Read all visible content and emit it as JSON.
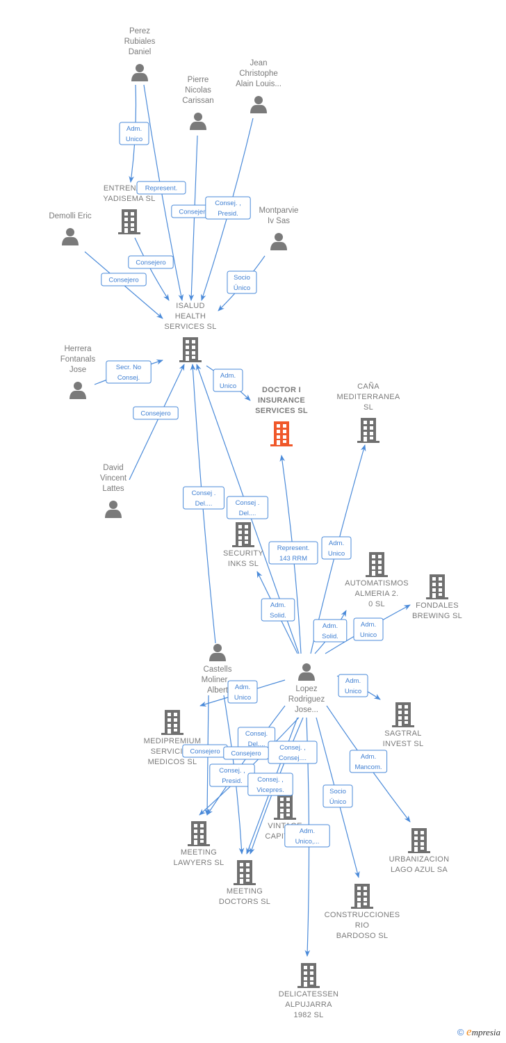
{
  "colors": {
    "edge": "#4a8ad9",
    "person_icon": "#7a7a7a",
    "company_icon": "#6f6f6f",
    "focus_company_icon": "#f0582a",
    "label_text": "#7a7a7a"
  },
  "nodes": [
    {
      "id": "perez",
      "type": "person",
      "label": [
        "Perez",
        "Rubiales",
        "Daniel"
      ]
    },
    {
      "id": "pierre",
      "type": "person",
      "label": [
        "Pierre",
        "Nicolas",
        "Carissan"
      ]
    },
    {
      "id": "jean",
      "type": "person",
      "label": [
        "Jean",
        "Christophe",
        "Alain Louis..."
      ]
    },
    {
      "id": "entrenam",
      "type": "company",
      "label": [
        "ENTRENAM...",
        "YADISEMA  SL"
      ]
    },
    {
      "id": "demolli",
      "type": "person",
      "label": [
        "Demolli Eric"
      ]
    },
    {
      "id": "montparvie",
      "type": "person",
      "label": [
        "Montparvie",
        "Iv Sas"
      ]
    },
    {
      "id": "isalud",
      "type": "company",
      "label": [
        "ISALUD",
        "HEALTH",
        "SERVICES  SL"
      ]
    },
    {
      "id": "herrera",
      "type": "person",
      "label": [
        "Herrera",
        "Fontanals",
        "Jose"
      ]
    },
    {
      "id": "doctori",
      "type": "company",
      "focus": true,
      "label": [
        "DOCTOR I",
        "INSURANCE",
        "SERVICES  SL"
      ]
    },
    {
      "id": "cana",
      "type": "company",
      "label": [
        "CAÑA",
        "MEDITERRANEA",
        "SL"
      ]
    },
    {
      "id": "david",
      "type": "person",
      "label": [
        "David",
        "Vincent",
        "Lattes"
      ]
    },
    {
      "id": "security",
      "type": "company",
      "label": [
        "SECURITY",
        "INKS SL"
      ]
    },
    {
      "id": "automatismos",
      "type": "company",
      "label": [
        "AUTOMATISMOS",
        "ALMERIA 2.",
        "0  SL"
      ]
    },
    {
      "id": "fondales",
      "type": "company",
      "label": [
        "FONDALES",
        "BREWING  SL"
      ]
    },
    {
      "id": "castells",
      "type": "person",
      "label": [
        "Castells",
        "Moliner...",
        "Albert"
      ]
    },
    {
      "id": "lopez",
      "type": "person",
      "label": [
        "Lopez",
        "Rodriguez",
        "Jose..."
      ]
    },
    {
      "id": "medipremium",
      "type": "company",
      "label": [
        "MEDIPREMIUM",
        "SERVICIOS",
        "MEDICOS  SL"
      ]
    },
    {
      "id": "sagtral",
      "type": "company",
      "label": [
        "SAGTRAL",
        "INVEST  SL"
      ]
    },
    {
      "id": "vintage",
      "type": "company",
      "label": [
        "VINTAGE",
        "CAPITAL..."
      ]
    },
    {
      "id": "meetinglawyers",
      "type": "company",
      "label": [
        "MEETING",
        "LAWYERS  SL"
      ]
    },
    {
      "id": "meetingdoctors",
      "type": "company",
      "label": [
        "MEETING",
        "DOCTORS  SL"
      ]
    },
    {
      "id": "urbanizacion",
      "type": "company",
      "label": [
        "URBANIZACION",
        "LAGO AZUL SA"
      ]
    },
    {
      "id": "construcciones",
      "type": "company",
      "label": [
        "CONSTRUCCIONES",
        "RIO",
        "BARDOSO  SL"
      ]
    },
    {
      "id": "delicatessen",
      "type": "company",
      "label": [
        "DELICATESSEN",
        "ALPUJARRA",
        "1982  SL"
      ]
    }
  ],
  "edges": [
    {
      "from": "perez",
      "to": "entrenam",
      "label": [
        "Adm.",
        "Unico"
      ]
    },
    {
      "from": "perez",
      "to": "isalud",
      "label": [
        "Represent."
      ]
    },
    {
      "from": "pierre",
      "to": "isalud",
      "label": [
        "Consejero"
      ]
    },
    {
      "from": "jean",
      "to": "isalud",
      "label": [
        "Consej. ,",
        "Presid."
      ]
    },
    {
      "from": "entrenam",
      "to": "isalud",
      "label": [
        "Consejero"
      ]
    },
    {
      "from": "demolli",
      "to": "isalud",
      "label": [
        "Consejero"
      ]
    },
    {
      "from": "montparvie",
      "to": "isalud",
      "label": [
        "Socio",
        "Único"
      ]
    },
    {
      "from": "herrera",
      "to": "isalud",
      "label": [
        "Secr.  No",
        "Consej."
      ]
    },
    {
      "from": "david",
      "to": "isalud",
      "label": [
        "Consejero"
      ]
    },
    {
      "from": "isalud",
      "to": "doctori",
      "label": [
        "Adm.",
        "Unico"
      ]
    },
    {
      "from": "castells",
      "to": "isalud",
      "label": [
        "Consej .",
        "Del...."
      ]
    },
    {
      "from": "lopez",
      "to": "isalud",
      "label": [
        "Consej .",
        "Del...."
      ]
    },
    {
      "from": "lopez",
      "to": "doctori",
      "label": [
        "Represent.",
        "143 RRM"
      ]
    },
    {
      "from": "lopez",
      "to": "cana",
      "label": [
        "Adm.",
        "Unico"
      ]
    },
    {
      "from": "lopez",
      "to": "security",
      "label": [
        "Adm.",
        "Solid."
      ]
    },
    {
      "from": "lopez",
      "to": "automatismos",
      "label": [
        "Adm.",
        "Solid."
      ]
    },
    {
      "from": "lopez",
      "to": "fondales",
      "label": [
        "Adm.",
        "Unico"
      ]
    },
    {
      "from": "lopez",
      "to": "medipremium",
      "label": [
        "Adm.",
        "Unico"
      ]
    },
    {
      "from": "lopez",
      "to": "sagtral",
      "label": [
        "Adm.",
        "Unico"
      ]
    },
    {
      "from": "lopez",
      "to": "urbanizacion",
      "label": [
        "Adm.",
        "Mancom."
      ]
    },
    {
      "from": "lopez",
      "to": "construcciones",
      "label": [
        "Socio",
        "Único"
      ]
    },
    {
      "from": "lopez",
      "to": "delicatessen",
      "label": [
        "Adm.",
        "Unico,..."
      ]
    },
    {
      "from": "lopez",
      "to": "meetinglawyers",
      "label": [
        "Consej.",
        "Del...."
      ]
    },
    {
      "from": "lopez",
      "to": "meetingdoctors",
      "label": [
        "Consej. ,",
        "Consej...."
      ]
    },
    {
      "from": "lopez",
      "to": "meetinglawyers",
      "label": [
        "Consej. ,",
        "Presid."
      ]
    },
    {
      "from": "lopez",
      "to": "meetingdoctors",
      "label": [
        "Consej. ,",
        "Vicepres."
      ]
    },
    {
      "from": "castells",
      "to": "meetinglawyers",
      "label": [
        "Consejero"
      ]
    },
    {
      "from": "castells",
      "to": "meetingdoctors",
      "label": [
        "Consejero"
      ]
    }
  ],
  "footer": {
    "copyright_symbol": "©",
    "brand_initial": "e",
    "brand_rest": "mpresia"
  }
}
